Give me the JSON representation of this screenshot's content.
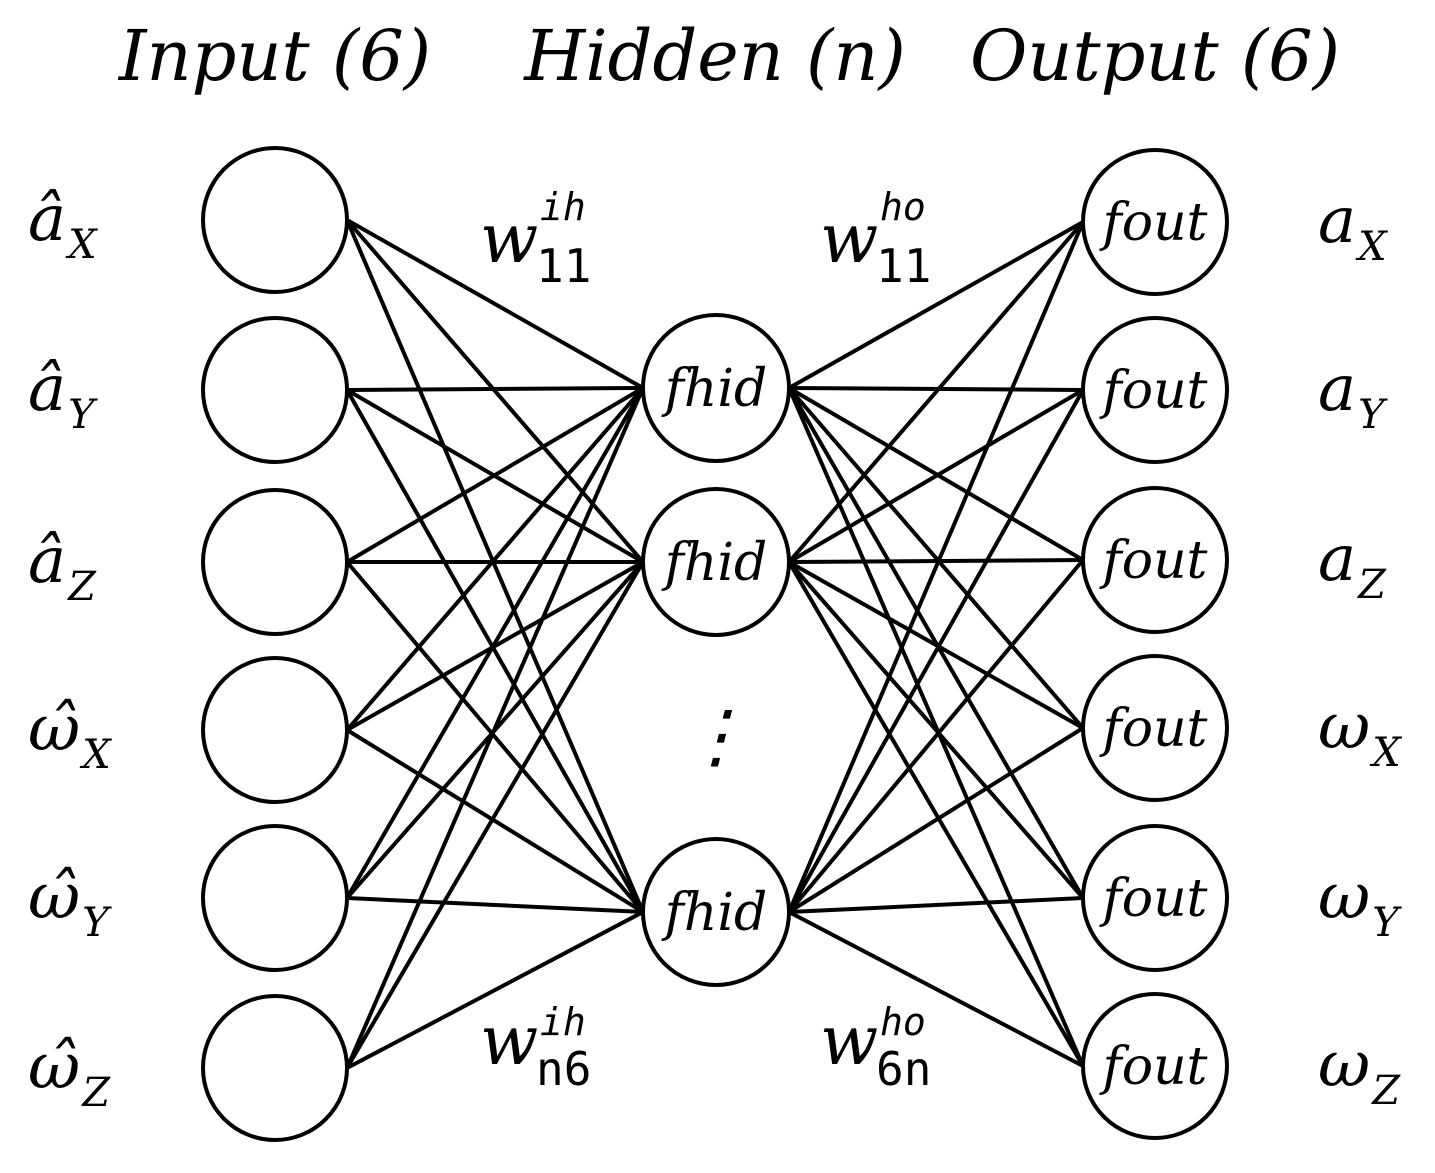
{
  "titles": {
    "input": "Input (6)",
    "hidden": "Hidden (n)",
    "output": "Output (6)"
  },
  "input_labels": [
    {
      "sym": "â",
      "sub": "X"
    },
    {
      "sym": "â",
      "sub": "Y"
    },
    {
      "sym": "â",
      "sub": "Z"
    },
    {
      "sym": "ω̂",
      "sub": "X"
    },
    {
      "sym": "ω̂",
      "sub": "Y"
    },
    {
      "sym": "ω̂",
      "sub": "Z"
    }
  ],
  "output_labels": [
    {
      "sym": "a",
      "sub": "X"
    },
    {
      "sym": "a",
      "sub": "Y"
    },
    {
      "sym": "a",
      "sub": "Z"
    },
    {
      "sym": "ω",
      "sub": "X"
    },
    {
      "sym": "ω",
      "sub": "Y"
    },
    {
      "sym": "ω",
      "sub": "Z"
    }
  ],
  "hidden_node_label": "fhid",
  "output_node_label": "fout",
  "hidden_ellipsis": "⋮",
  "weights": {
    "w_ih_11": {
      "base": "w",
      "sup": "ih",
      "sub": "11"
    },
    "w_ho_11": {
      "base": "w",
      "sup": "ho",
      "sub": "11"
    },
    "w_ih_n6": {
      "base": "w",
      "sup": "ih",
      "sub": "n6"
    },
    "w_ho_6n": {
      "base": "w",
      "sup": "ho",
      "sub": "6n"
    }
  }
}
